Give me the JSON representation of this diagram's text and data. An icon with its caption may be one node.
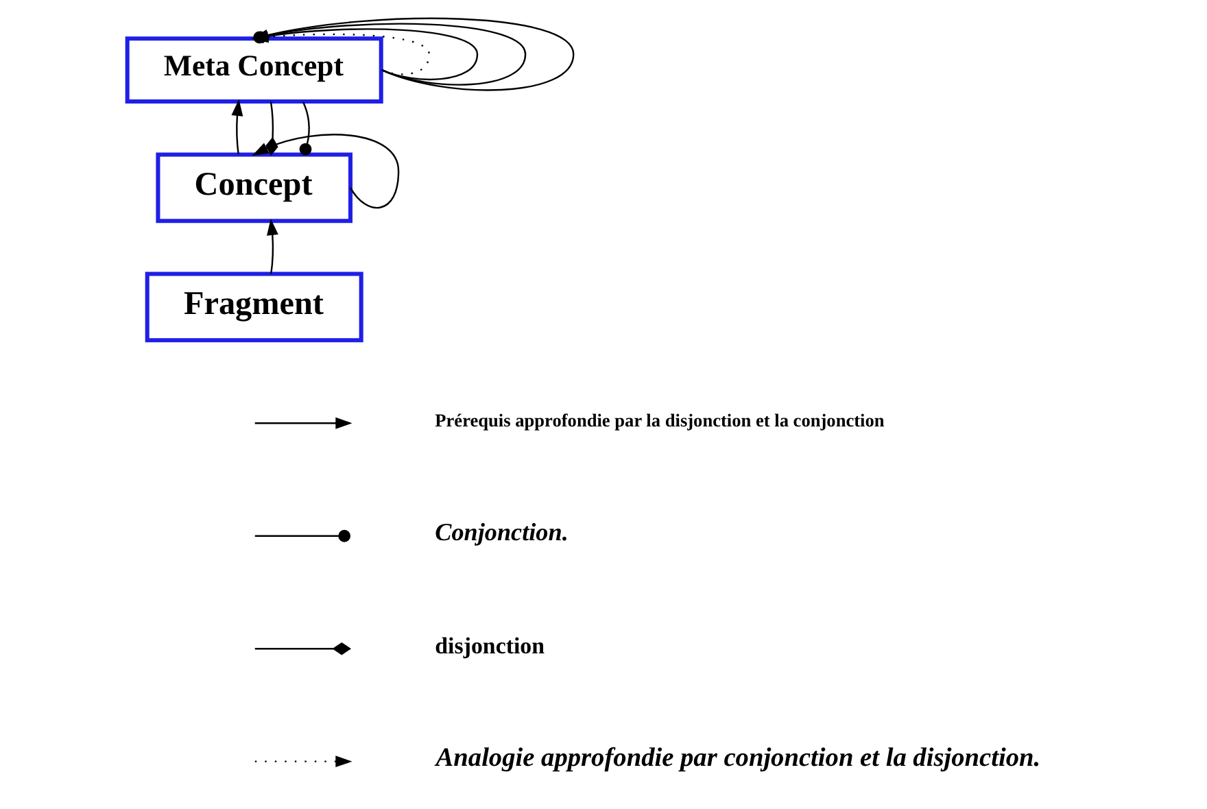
{
  "diagram": {
    "nodes": [
      {
        "text": [
          "Meta Concept"
        ]
      },
      {
        "text": [
          "Concept"
        ]
      },
      {
        "text": [
          "Fragment"
        ]
      }
    ],
    "edges": [
      {
        "from": 0,
        "to": 0,
        "arrow": "to",
        "style": "dashed"
      },
      {
        "from": 0,
        "to": 0,
        "arrow": "other"
      },
      {
        "from": 0,
        "to": 0,
        "arrow": "other"
      },
      {
        "from": 0,
        "to": 0,
        "arrow": "to"
      },
      {
        "from": 1,
        "to": 1,
        "arrow": "to"
      },
      {
        "from": 1,
        "to": 0,
        "arrow": "to"
      },
      {
        "from": 0,
        "to": 1,
        "arrow": "other"
      },
      {
        "from": 0,
        "to": 1,
        "arrow": "other"
      },
      {
        "from": 2,
        "to": 1,
        "arrow": "to"
      }
    ],
    "legend": [
      {
        "text": "Prérequis approfondie par la disjonction et la conjonction"
      },
      {
        "text": "Conjonction."
      },
      {
        "text": "disjonction"
      },
      {
        "text": "Analogie approfondie par conjonction et la disjonction."
      }
    ]
  }
}
